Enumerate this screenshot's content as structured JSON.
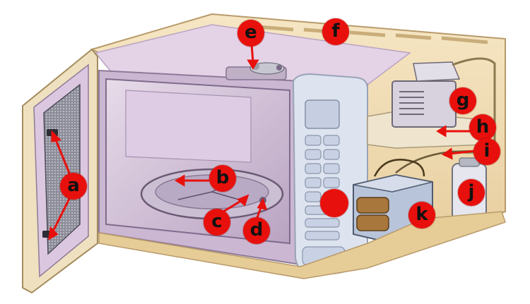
{
  "diagram": {
    "labels": {
      "a": "a",
      "b": "b",
      "c": "c",
      "d": "d",
      "e": "e",
      "f": "f",
      "g": "g",
      "h": "h",
      "i": "i",
      "j": "j",
      "k": "k",
      "unlabeled": ""
    },
    "colors": {
      "marker": "#e8100c",
      "cabinet": "#f2d9a8",
      "cavity": "#d8c6dc",
      "cavity_shadow": "#a58fae",
      "panel": "#d9e0ee",
      "door_frame": "#efe1bf",
      "mesh": "#7a7a86"
    }
  }
}
